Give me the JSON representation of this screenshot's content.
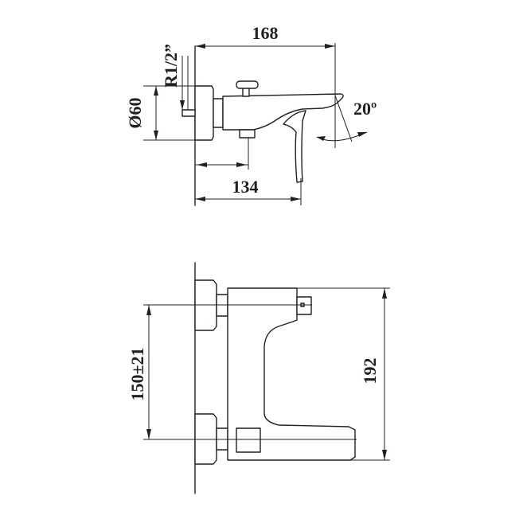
{
  "dimensions": {
    "overall_length": "168",
    "thread": "R1/2”",
    "wall_plate_diameter": "Ø60",
    "spout_angle": "20º",
    "inlet_to_handle": "134",
    "inlet_spacing": "150±21",
    "overall_width": "192"
  }
}
